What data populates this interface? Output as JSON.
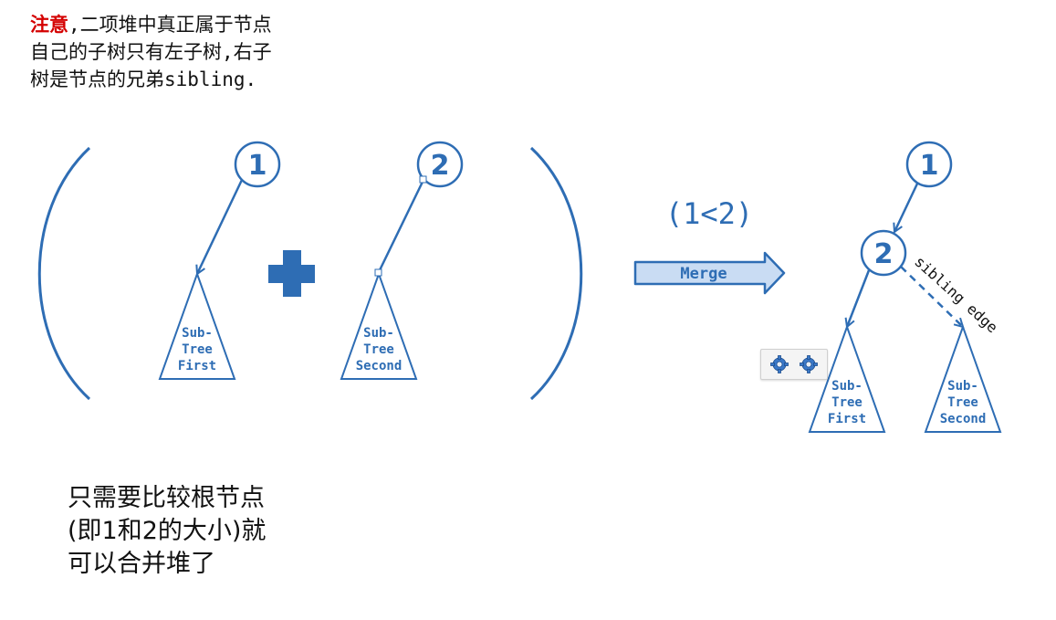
{
  "note": {
    "warn": "注意",
    "line1_rest": ",二项堆中真正属于节点",
    "line2": "自己的子树只有左子树,右子",
    "line3": "树是节点的兄弟sibling."
  },
  "bottom_note": {
    "line1": "只需要比较根节点",
    "line2": "(即1和2的大小)就",
    "line3": "可以合并堆了"
  },
  "left": {
    "node1": "1",
    "node2": "2",
    "tri1": [
      "Sub-",
      "Tree",
      "First"
    ],
    "tri2": [
      "Sub-",
      "Tree",
      "Second"
    ]
  },
  "compare": "(1<2)",
  "merge_label": "Merge",
  "right": {
    "node1": "1",
    "node2": "2",
    "edge_label": "sibling edge",
    "tri1": [
      "Sub-",
      "Tree",
      "First"
    ],
    "tri2": [
      "Sub-",
      "Tree",
      "Second"
    ]
  },
  "icons": [
    "gear-icon",
    "gear-icon"
  ],
  "colors": {
    "accent": "#2e6db4",
    "warn": "#d40000",
    "arrow_fill": "#c9dcf3"
  }
}
